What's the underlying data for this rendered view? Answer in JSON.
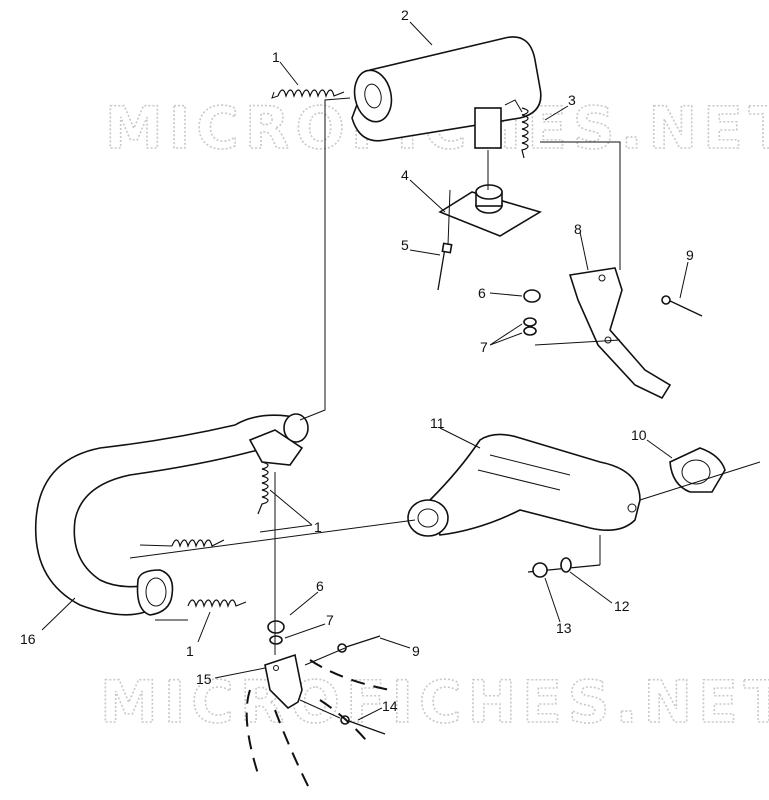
{
  "watermark": {
    "text": "MICROFICHES.NET"
  },
  "labels": {
    "l1a": "1",
    "l2": "2",
    "l3": "3",
    "l4": "4",
    "l5": "5",
    "l6a": "6",
    "l7a": "7",
    "l8": "8",
    "l9a": "9",
    "l10": "10",
    "l11": "11",
    "l1b": "1",
    "l16": "16",
    "l1c": "1",
    "l6b": "6",
    "l7b": "7",
    "l9b": "9",
    "l15": "15",
    "l14": "14",
    "l12": "12",
    "l13": "13"
  }
}
